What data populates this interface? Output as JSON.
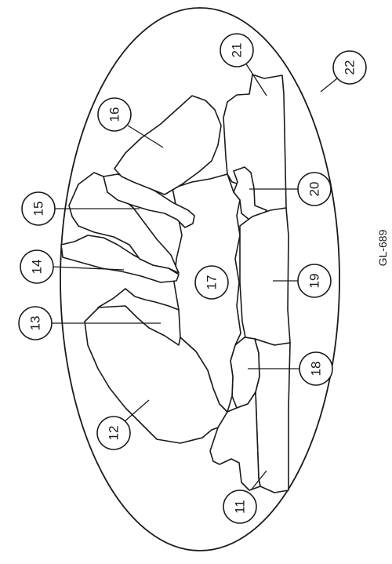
{
  "figure_id": "GL-689",
  "callouts": {
    "c11": "11",
    "c12": "12",
    "c13": "13",
    "c14": "14",
    "c15": "15",
    "c16": "16",
    "c17": "17",
    "c18": "18",
    "c19": "19",
    "c20": "20",
    "c21": "21",
    "c22": "22"
  },
  "colors": {
    "line": "#1a1a1a",
    "background": "#ffffff"
  }
}
